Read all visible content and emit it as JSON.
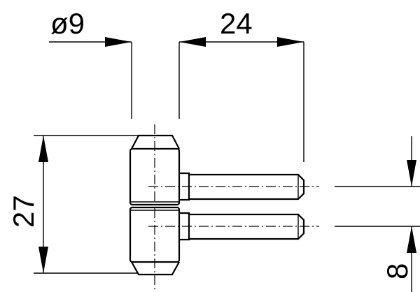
{
  "drawing": {
    "dimensions": {
      "diameter": "ø9",
      "pin_length": "24",
      "height": "27",
      "pin_spacing": "8"
    }
  }
}
